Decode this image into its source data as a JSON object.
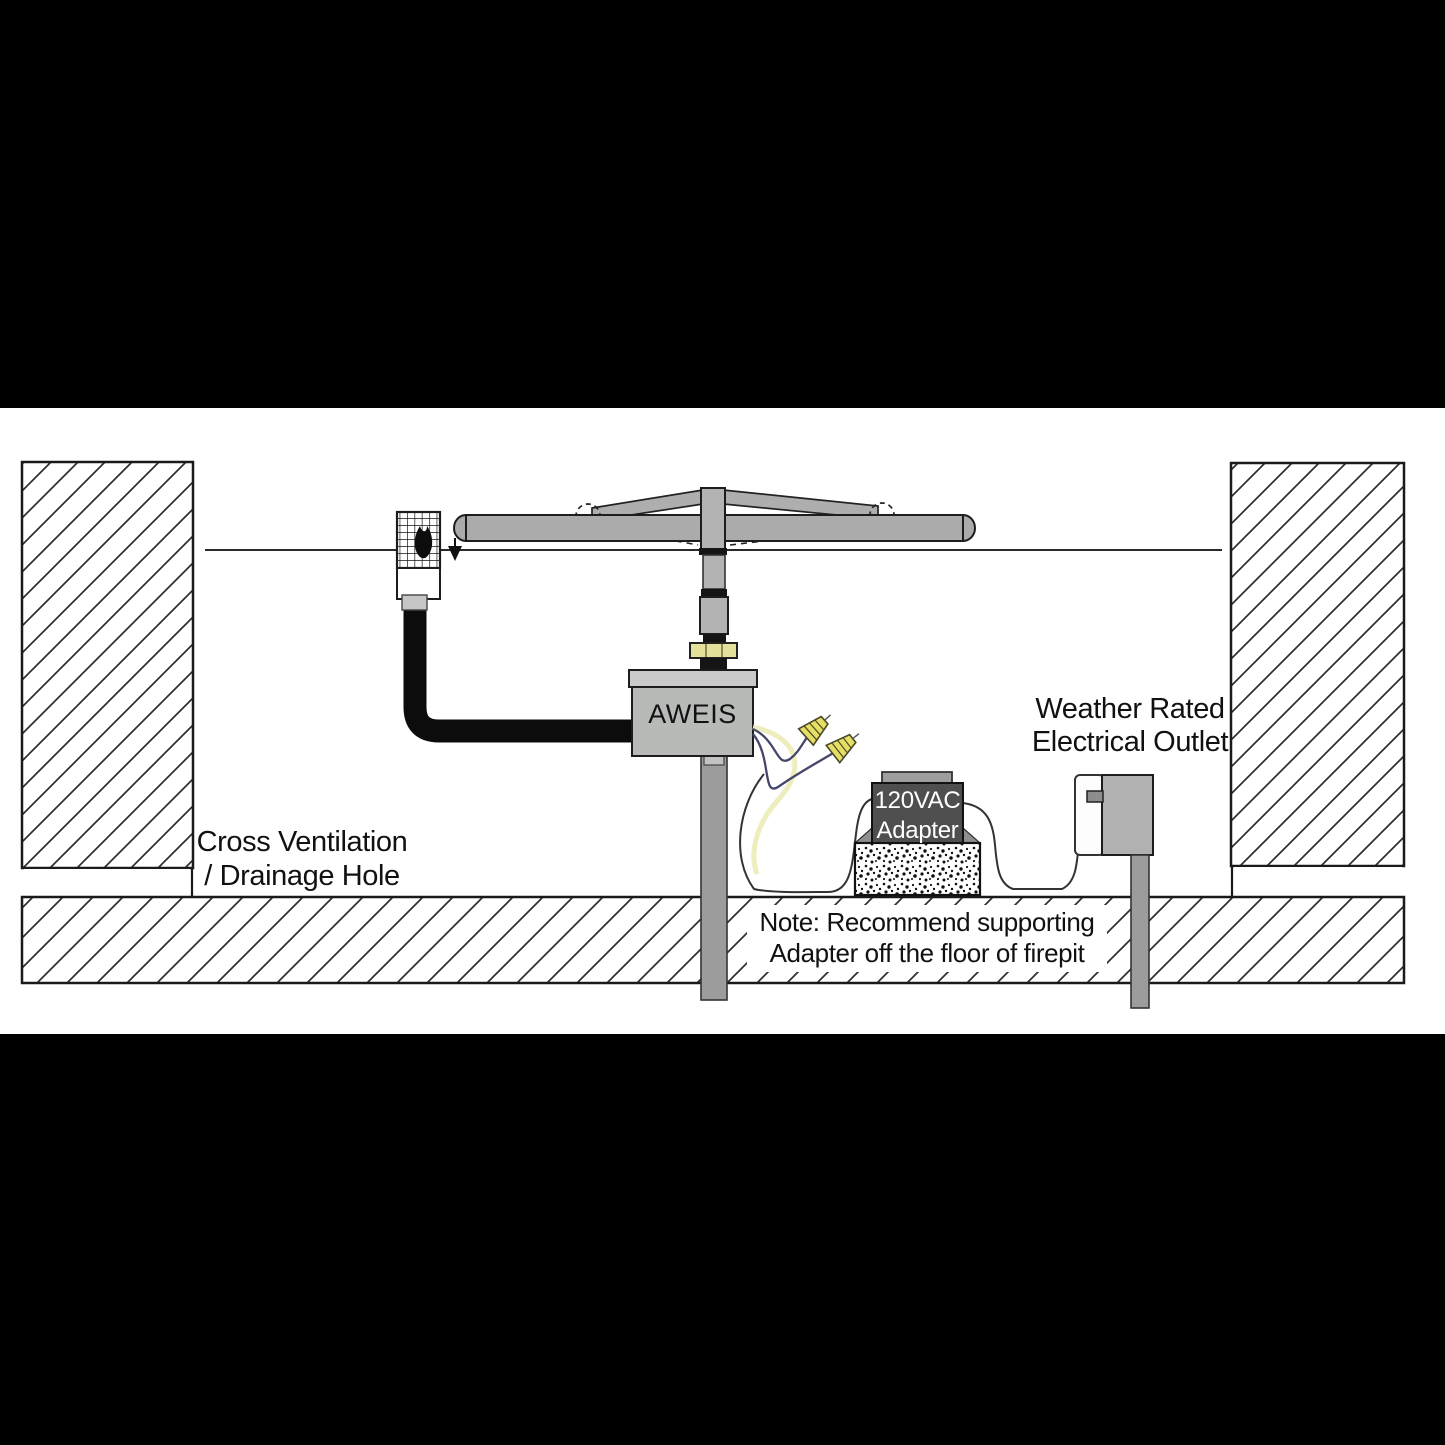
{
  "labels": {
    "aweis_box": "AWEIS",
    "cross_ventilation": {
      "line1": "Cross Ventilation",
      "line2": "/ Drainage Hole"
    },
    "weather_outlet": {
      "line1": "Weather Rated",
      "line2": "Electrical Outlet"
    },
    "adapter": {
      "line1": "120VAC",
      "line2": "Adapter"
    },
    "note": {
      "line1": "Note: Recommend supporting",
      "line2": "Adapter off the floor of firepit"
    }
  },
  "colors": {
    "letterbox": "#000000",
    "background": "#ffffff",
    "outline": "#1d1d1d",
    "pipe_gray": "#ababab",
    "aweis_body_gray": "#b7bab7",
    "aweis_lid_gray": "#cacaca",
    "post_gray": "#9c9c9c",
    "adapter_dark": "#4f4f4f",
    "adapter_text": "#ffffff",
    "brass_fitting_yellow": "#e5e19b",
    "wire_nut_yellow": "#e7df63",
    "wire_dark_blue": "#44466a",
    "pale_wire_yellow": "#ededbe",
    "conduit_black": "#0c0c0c"
  }
}
